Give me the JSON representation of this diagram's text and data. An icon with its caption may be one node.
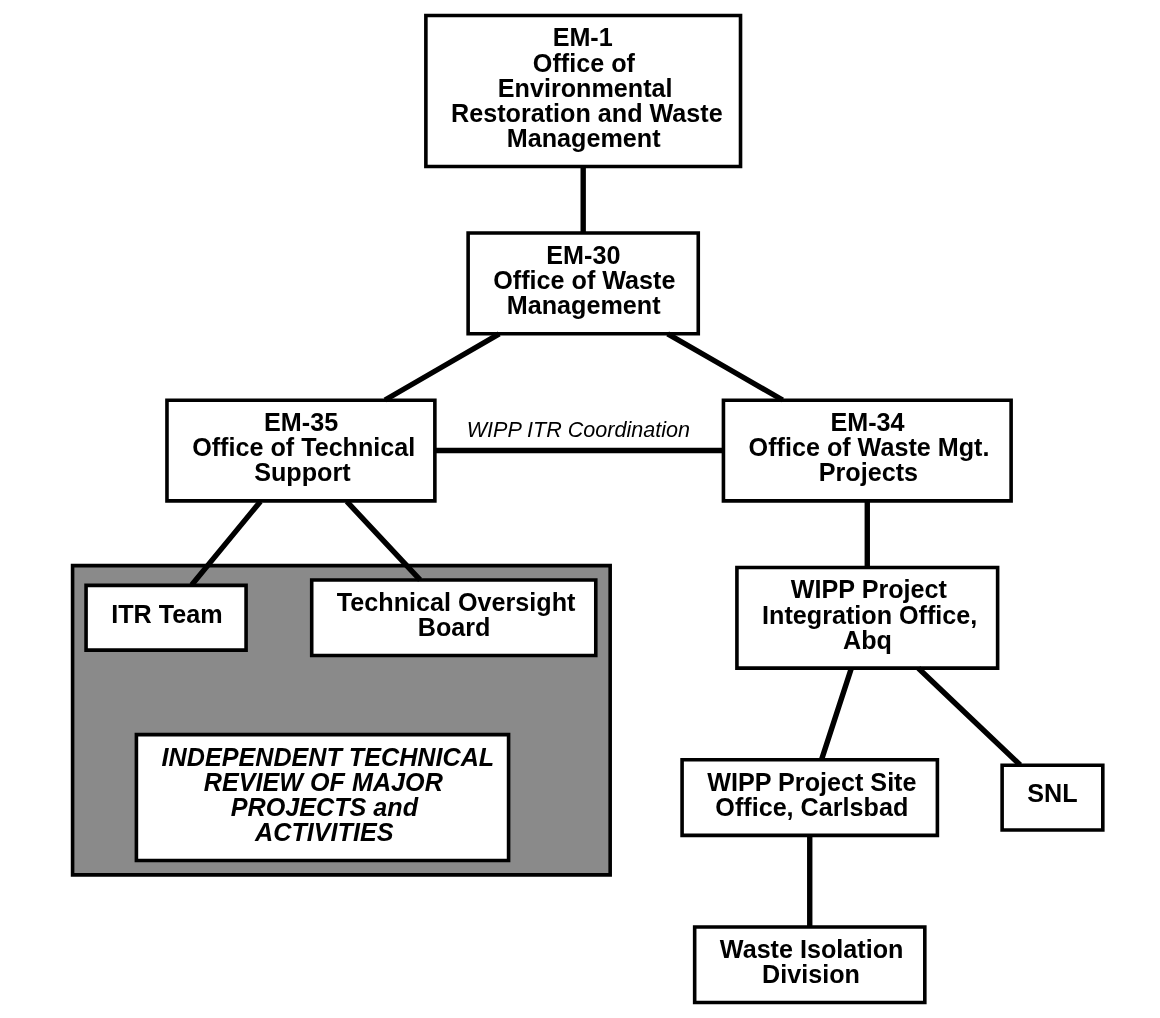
{
  "diagram": {
    "nodes": [
      {
        "text": [
          "EM-1",
          "Office of Environmental Restoration and Waste Management"
        ]
      },
      {
        "text": [
          "EM-30",
          "Office of Waste Management"
        ]
      },
      {
        "text": [
          "EM-35",
          "Office of Technical Support"
        ]
      },
      {
        "text": [
          "EM-34",
          "Office of Waste Mgt. Projects"
        ]
      },
      {
        "text": [],
        "shape": "box"
      },
      {
        "text": [
          "ITR Team"
        ],
        "in": 4
      },
      {
        "text": [
          "Technical Oversight Board"
        ],
        "in": 4
      },
      {
        "text": [
          "INDEPENDENT TECHNICAL REVIEW OF MAJOR PROJECTS and ACTIVITIES"
        ],
        "in": 4
      },
      {
        "text": [
          "WIPP Project Integration Office, Abq"
        ]
      },
      {
        "text": [
          "WIPP Project Site Office, Carlsbad"
        ]
      },
      {
        "text": [
          "Waste Isolation Division"
        ]
      },
      {
        "text": [
          "SNL"
        ]
      }
    ],
    "edges": [
      {
        "from": 0,
        "to": 1,
        "arrow": "none"
      },
      {
        "from": 1,
        "to": 2,
        "arrow": "none"
      },
      {
        "from": 1,
        "to": 3,
        "arrow": "none"
      },
      {
        "from": 2,
        "to": 3,
        "arrow": "none",
        "label": "WIPP ITR Coordination"
      },
      {
        "from": 2,
        "to": 5,
        "arrow": "none"
      },
      {
        "from": 2,
        "to": 6,
        "arrow": "none"
      },
      {
        "from": 3,
        "to": 8,
        "arrow": "none"
      },
      {
        "from": 8,
        "to": 9,
        "arrow": "none"
      },
      {
        "from": 8,
        "to": 11,
        "arrow": "none"
      },
      {
        "from": 9,
        "to": 10,
        "arrow": "none"
      }
    ]
  }
}
